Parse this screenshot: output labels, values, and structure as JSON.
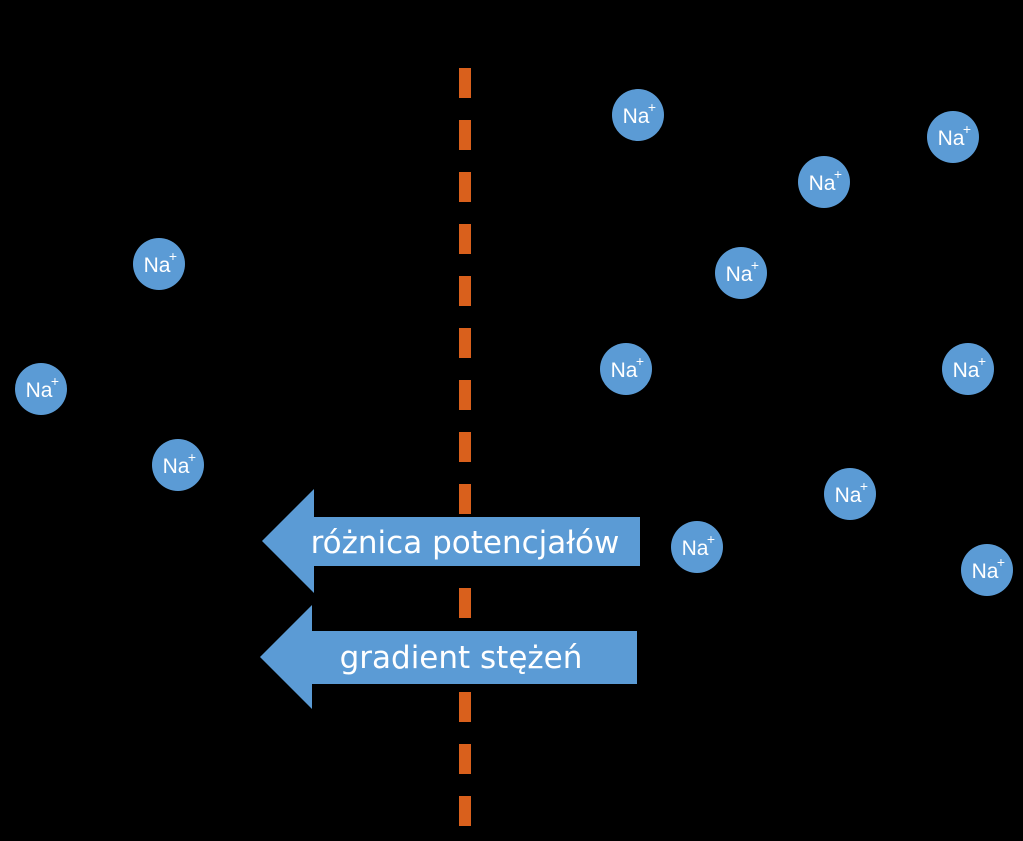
{
  "colors": {
    "background": "#000000",
    "ion_fill": "#5b9bd5",
    "membrane": "#d9601c",
    "arrow_fill": "#5b9bd5",
    "text": "#ffffff"
  },
  "ion_label": "Na",
  "ion_charge": "+",
  "arrows": {
    "potential": {
      "label": "różnica potencjałów"
    },
    "concentration": {
      "label": "gradient stężeń"
    }
  }
}
